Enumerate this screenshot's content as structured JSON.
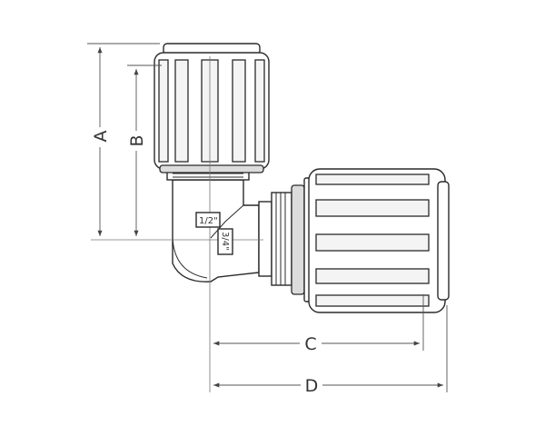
{
  "diagram": {
    "dimensions": {
      "a": "A",
      "b": "B",
      "c": "C",
      "d": "D"
    },
    "port_sizes": {
      "vertical_port": "1/2\"",
      "horizontal_port": "3/4\""
    }
  }
}
